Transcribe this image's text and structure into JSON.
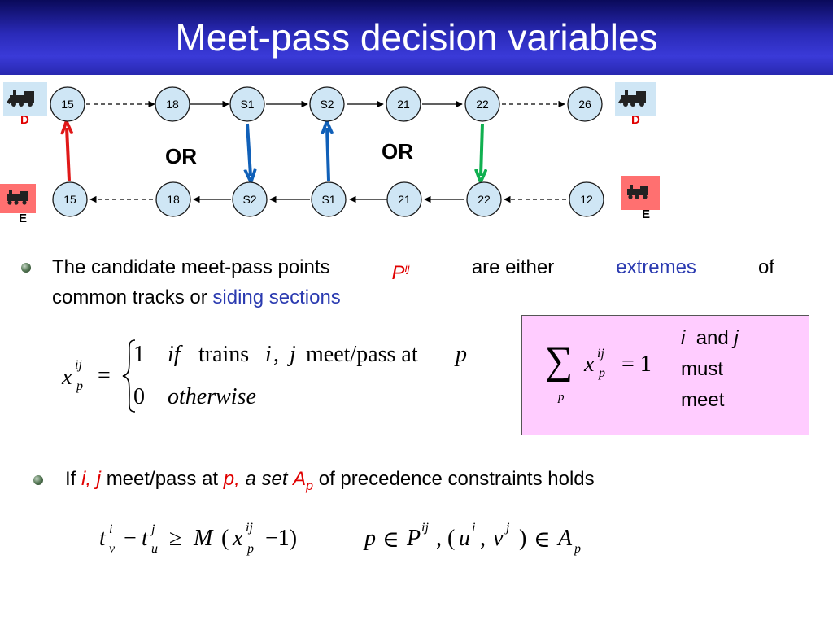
{
  "title": "Meet-pass decision variables",
  "diagram": {
    "top_nodes": [
      "15",
      "18",
      "S1",
      "S2",
      "21",
      "22",
      "26"
    ],
    "bottom_nodes": [
      "15",
      "18",
      "S2",
      "S1",
      "21",
      "22",
      "12"
    ],
    "or_left": "OR",
    "or_right": "OR",
    "label_d": "D",
    "label_e": "E",
    "arrow_colors": {
      "red": "#e01818",
      "blue": "#1060b8",
      "green": "#10b050"
    }
  },
  "bullet1": {
    "line1_a": "The candidate meet-pass points",
    "P": "P",
    "P_sup": "ij",
    "line1_b": "are either",
    "extremes": "extremes",
    "line1_c": "of",
    "line2_a": "common tracks or",
    "siding": "siding sections"
  },
  "formula1": {
    "x": "x",
    "sup": "ij",
    "sub": "p",
    "eq": "=",
    "one": "1",
    "if": "if",
    "trains": "trains",
    "i": "i",
    "comma": ",",
    "j": "j",
    "meet": "meet/pass at",
    "p": "p",
    "zero": "0",
    "otherwise": "otherwise"
  },
  "box": {
    "sigma": "∑",
    "sigma_sub": "p",
    "x": "x",
    "sup": "ij",
    "sub": "p",
    "eq_one": "= 1",
    "i": "i",
    "and": "and",
    "j": "j",
    "must": "must",
    "meet": "meet"
  },
  "bullet2": {
    "if": "If",
    "ij": "i, j",
    "meet": "meet/pass at",
    "p": "p,",
    "aset": "a set",
    "A": "A",
    "A_sub": "p",
    "rest": "of precedence constraints holds"
  },
  "formula2": {
    "t1": "t",
    "t1_sup": "i",
    "t1_sub": "v",
    "minus": "−",
    "t2": "t",
    "t2_sup": "j",
    "t2_sub": "u",
    "geq": "≥",
    "M": "M",
    "open": "(",
    "x": "x",
    "x_sup": "ij",
    "x_sub": "p",
    "minus_one": "−1)",
    "p": "p",
    "in": "∈",
    "P": "P",
    "P_sup": "ij",
    "comma": ",",
    "open2": "(",
    "u": "u",
    "u_sup": "i",
    "comma2": ",",
    "v": "v",
    "v_sup": "j",
    "close2": ")",
    "in2": "∈",
    "A": "A",
    "A_sub": "p"
  }
}
